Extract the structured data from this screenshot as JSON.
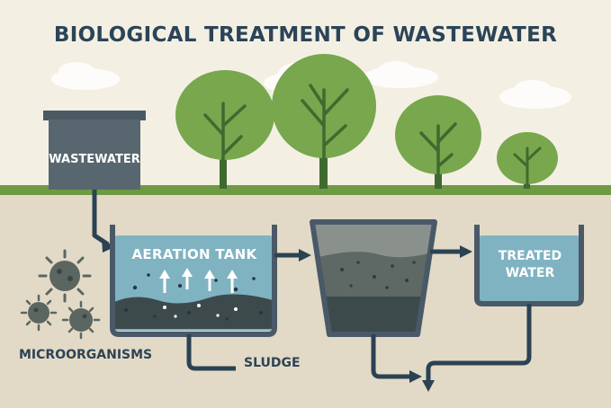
{
  "title": "BIOLOGICAL TREATMENT OF WASTEWATER",
  "labels": {
    "wastewater": "WASTEWATER",
    "aeration_tank": "AERATION TANK",
    "treated_water_line1": "TREATED",
    "treated_water_line2": "WATER",
    "microorganisms": "MICROORGANISMS",
    "sludge": "SLUDGE"
  },
  "colors": {
    "background": "#f3f0e3",
    "ground": "#e2dac6",
    "grass": "#6e9a44",
    "tree_foliage": "#78a74e",
    "trunk": "#3f6a2f",
    "water": "#7fb3c2",
    "tank_wall": "#495968",
    "pipe": "#2b4253",
    "sludge": "#3d4a4c",
    "wastewater_box": "#58676f",
    "microbe": "#5b6661"
  },
  "icons": [
    "tree-icon",
    "cloud-icon",
    "microorganism-icon",
    "arrow-icon",
    "bubble-icon"
  ]
}
